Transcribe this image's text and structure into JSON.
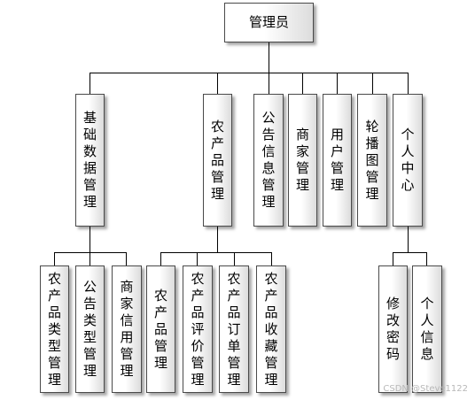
{
  "root": "管理员",
  "level1": {
    "basic_data": "基础数据管理",
    "product": "农产品管理",
    "notice": "公告信息管理",
    "merchant": "商家管理",
    "user": "用户管理",
    "carousel": "轮播图管理",
    "personal": "个人中心"
  },
  "level2": {
    "basic_data": [
      "农产品类型管理",
      "公告类型管理",
      "商家信用管理"
    ],
    "product": [
      "农产品管理",
      "农产品评价管理",
      "农产品订单管理",
      "农产品收藏管理"
    ],
    "personal": [
      "修改密码",
      "个人信息"
    ]
  },
  "watermark": "CSDN @Steve1122"
}
